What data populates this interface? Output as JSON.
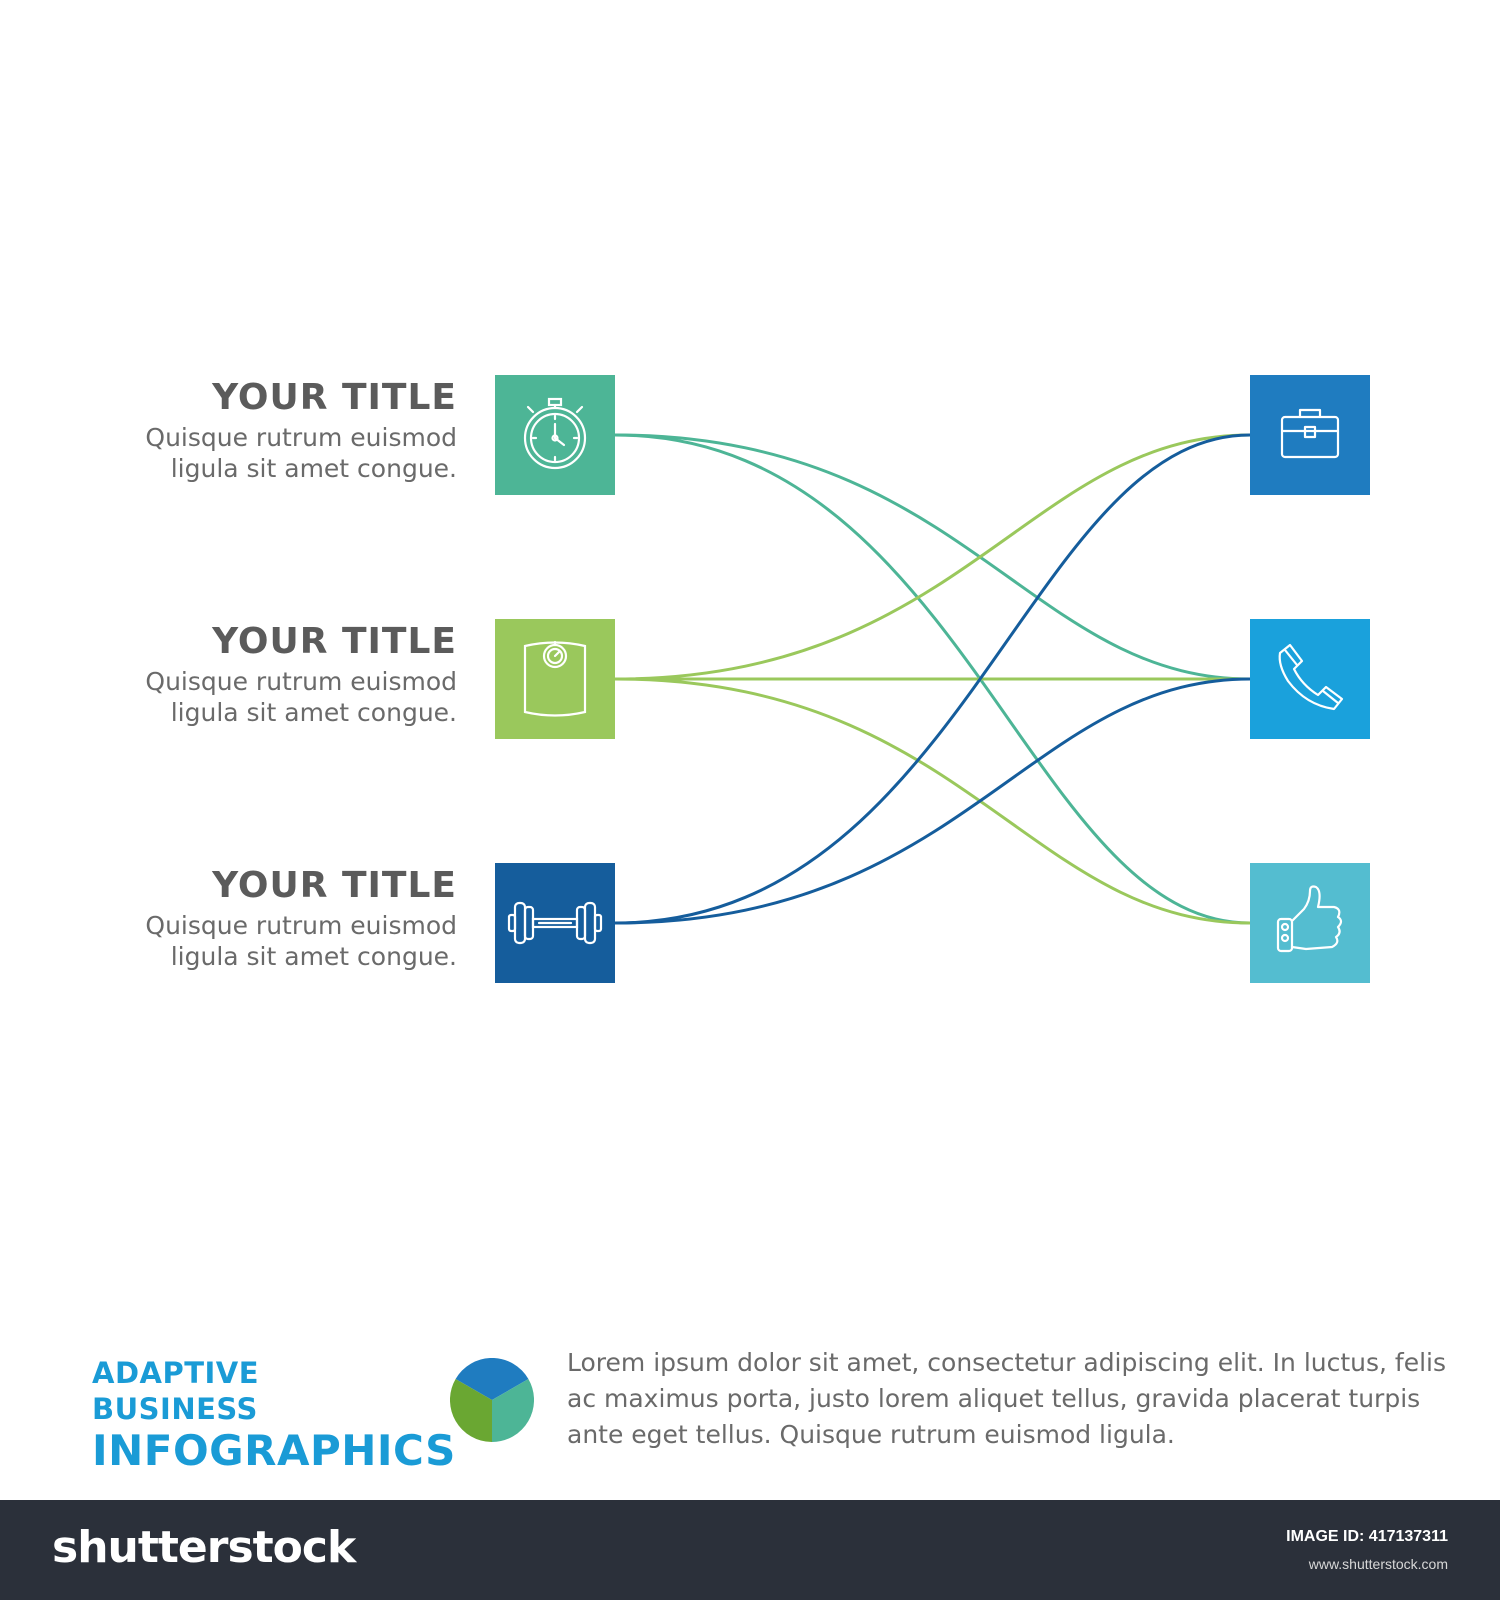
{
  "left_items": [
    {
      "title": "YOUR TITLE",
      "desc_line1": "Quisque rutrum euismod",
      "desc_line2": "ligula sit amet congue.",
      "icon": "stopwatch-icon",
      "color": "#4db596"
    },
    {
      "title": "YOUR TITLE",
      "desc_line1": "Quisque rutrum euismod",
      "desc_line2": "ligula sit amet congue.",
      "icon": "scale-icon",
      "color": "#9ac85c"
    },
    {
      "title": "YOUR TITLE",
      "desc_line1": "Quisque rutrum euismod",
      "desc_line2": "ligula sit amet congue.",
      "icon": "dumbbell-icon",
      "color": "#155d9c"
    }
  ],
  "right_items": [
    {
      "icon": "briefcase-icon",
      "color": "#1f7cc0"
    },
    {
      "icon": "phone-icon",
      "color": "#1aa1dc"
    },
    {
      "icon": "thumbs-up-icon",
      "color": "#54bdd0"
    }
  ],
  "links": [
    {
      "from": 0,
      "to": 1,
      "color": "#4db596"
    },
    {
      "from": 0,
      "to": 2,
      "color": "#4db596"
    },
    {
      "from": 1,
      "to": 0,
      "color": "#9ac85c"
    },
    {
      "from": 1,
      "to": 1,
      "color": "#9ac85c"
    },
    {
      "from": 1,
      "to": 2,
      "color": "#9ac85c"
    },
    {
      "from": 2,
      "to": 0,
      "color": "#155d9c"
    },
    {
      "from": 2,
      "to": 1,
      "color": "#155d9c"
    }
  ],
  "brand": {
    "line1": "ADAPTIVE BUSINESS",
    "line2": "INFOGRAPHICS",
    "logo_colors": [
      "#1f7cc0",
      "#4db596",
      "#6aa732"
    ]
  },
  "lorem": "Lorem ipsum dolor sit amet, consectetur adipiscing elit. In luctus, felis ac maximus porta, justo lorem aliquet tellus, gravida placerat turpis ante eget tellus. Quisque rutrum euismod ligula.",
  "footer": {
    "brand": "shutterstock",
    "image_id": "IMAGE ID: 417137311",
    "url": "www.shutterstock.com"
  }
}
